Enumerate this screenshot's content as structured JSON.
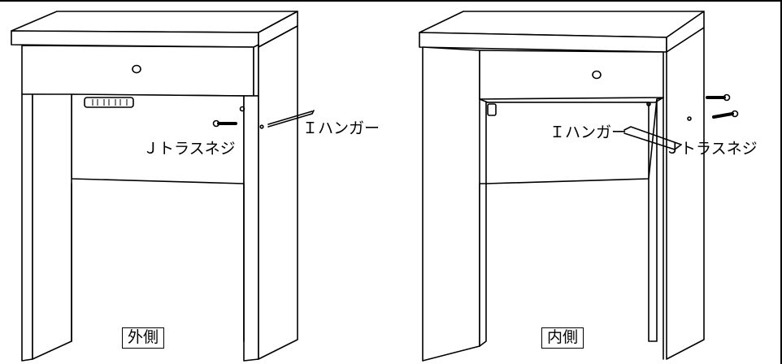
{
  "left_view": {
    "screw_label": "Ｊトラスネジ",
    "hanger_label": "Ｉハンガー",
    "view_label": "外側"
  },
  "right_view": {
    "screw_label": "Ｊトラスネジ",
    "hanger_label": "Ｉハンガー",
    "view_label": "内側"
  }
}
